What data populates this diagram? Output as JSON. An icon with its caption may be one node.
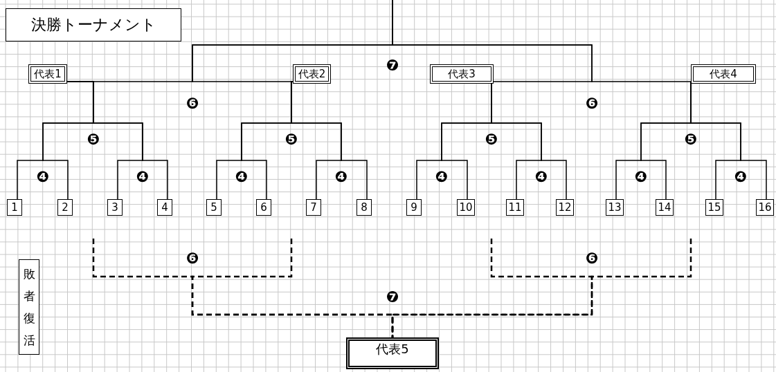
{
  "diagram": {
    "nodes": [
      {
        "text": [
          "決勝トーナメント"
        ]
      },
      {
        "text": [
          "代表1"
        ]
      },
      {
        "text": [
          "代表2"
        ]
      },
      {
        "text": [
          "代表3"
        ]
      },
      {
        "text": [
          "代表4"
        ]
      },
      {
        "text": [
          "1"
        ]
      },
      {
        "text": [
          "2"
        ]
      },
      {
        "text": [
          "3"
        ]
      },
      {
        "text": [
          "4"
        ]
      },
      {
        "text": [
          "5"
        ]
      },
      {
        "text": [
          "6"
        ]
      },
      {
        "text": [
          "7"
        ]
      },
      {
        "text": [
          "8"
        ]
      },
      {
        "text": [
          "9"
        ]
      },
      {
        "text": [
          "10"
        ]
      },
      {
        "text": [
          "11"
        ]
      },
      {
        "text": [
          "12"
        ]
      },
      {
        "text": [
          "13"
        ]
      },
      {
        "text": [
          "14"
        ]
      },
      {
        "text": [
          "15"
        ]
      },
      {
        "text": [
          "16"
        ]
      },
      {
        "text": [
          "敗者復活"
        ]
      },
      {
        "text": [
          "代表5"
        ]
      }
    ],
    "edges": [
      {
        "from": 5,
        "to": 1,
        "arrow": "none"
      },
      {
        "from": 6,
        "to": 1,
        "arrow": "none"
      },
      {
        "from": 7,
        "to": 1,
        "arrow": "none"
      },
      {
        "from": 8,
        "to": 1,
        "arrow": "none"
      },
      {
        "from": 9,
        "to": 2,
        "arrow": "none"
      },
      {
        "from": 10,
        "to": 2,
        "arrow": "none"
      },
      {
        "from": 11,
        "to": 2,
        "arrow": "none"
      },
      {
        "from": 12,
        "to": 2,
        "arrow": "none"
      },
      {
        "from": 13,
        "to": 3,
        "arrow": "none"
      },
      {
        "from": 14,
        "to": 3,
        "arrow": "none"
      },
      {
        "from": 15,
        "to": 3,
        "arrow": "none"
      },
      {
        "from": 16,
        "to": 3,
        "arrow": "none"
      },
      {
        "from": 17,
        "to": 4,
        "arrow": "none"
      },
      {
        "from": 18,
        "to": 4,
        "arrow": "none"
      },
      {
        "from": 19,
        "to": 4,
        "arrow": "none"
      },
      {
        "from": 20,
        "to": 4,
        "arrow": "none"
      },
      {
        "from": 1,
        "to": null,
        "arrow": "none"
      },
      {
        "from": 2,
        "to": null,
        "arrow": "none"
      },
      {
        "from": 3,
        "to": null,
        "arrow": "none"
      },
      {
        "from": 4,
        "to": null,
        "arrow": "none"
      },
      {
        "from": null,
        "to": 22,
        "arrow": "none",
        "style": "dashed"
      },
      {
        "from": null,
        "to": 22,
        "arrow": "none",
        "style": "dashed"
      },
      {
        "from": null,
        "to": 22,
        "arrow": "none",
        "style": "dashed"
      },
      {
        "from": null,
        "to": 22,
        "arrow": "none",
        "style": "dashed"
      }
    ],
    "labels": [
      "❼",
      "❻",
      "❻",
      "❺",
      "❺",
      "❺",
      "❺",
      "❹",
      "❹",
      "❹",
      "❹",
      "❹",
      "❹",
      "❹",
      "❹",
      "❻",
      "❻",
      "❼"
    ]
  }
}
